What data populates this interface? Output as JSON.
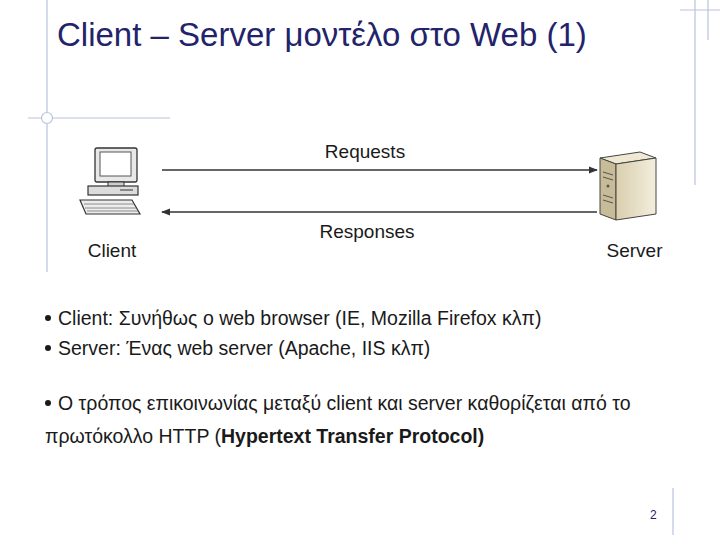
{
  "diagram": {
    "title": "Client – Server μοντέλο στο Web (1)",
    "nodes": [
      {
        "text": [
          "Client"
        ]
      },
      {
        "text": [
          "Server"
        ]
      }
    ],
    "edges": [
      {
        "from": 0,
        "to": 1,
        "label": "Requests",
        "arrow": "to"
      },
      {
        "from": 1,
        "to": 0,
        "label": "Responses",
        "arrow": "to"
      }
    ],
    "labels": [
      "Client: Συνήθως ο web browser (IE, Mozilla Firefox κλπ)",
      "Server: Ένας web server (Apache, IIS κλπ)",
      "Ο τρόπος επικοινωνίας μεταξύ client και server καθορίζεται από το πρωτόκολλο HTTP (",
      "Hypertext Transfer Protocol)",
      "2"
    ]
  }
}
